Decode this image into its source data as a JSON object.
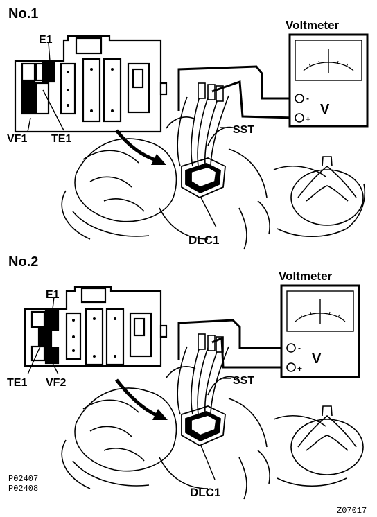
{
  "panels": [
    {
      "heading": "No.1",
      "voltmeter": {
        "title": "Voltmeter",
        "unit": "V",
        "minus": "-",
        "plus": "+"
      },
      "labels": {
        "top_terminal": "E1",
        "left_terminal": "VF1",
        "mid_terminal": "TE1",
        "tool": "SST",
        "connector": "DLC1"
      }
    },
    {
      "heading": "No.2",
      "voltmeter": {
        "title": "Voltmeter",
        "unit": "V",
        "minus": "-",
        "plus": "+"
      },
      "labels": {
        "top_terminal": "E1",
        "left_terminal": "TE1",
        "mid_terminal": "VF2",
        "tool": "SST",
        "connector": "DLC1"
      }
    }
  ],
  "footer": {
    "codes": [
      "P02407",
      "P02408"
    ],
    "figure_id": "Z07017"
  },
  "colors": {
    "ink": "#000000",
    "paper": "#ffffff"
  }
}
